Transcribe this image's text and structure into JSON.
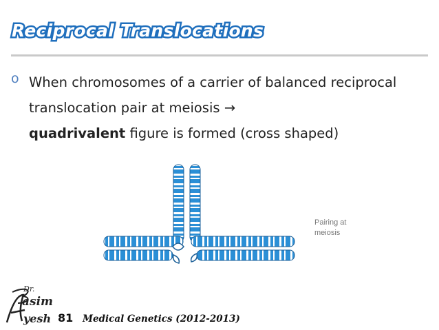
{
  "slide": {
    "title": "Reciprocal Translocations",
    "bullet_symbol": "o",
    "bullet_lead": "When chromosomes of a carrier of balanced reciprocal translocation pair at meiosis ",
    "arrow": "→",
    "bold_term": "quadrivalent",
    "bullet_tail": " figure is formed (cross shaped)",
    "figure_caption": "Pairing at\nmeiosis",
    "page_number": "81",
    "footer_text": "Medical Genetics (2012-2013)",
    "logo_text": "Dr. Basim Ayesh"
  },
  "colors": {
    "title_blue": "#1f6fbd",
    "chromosome_blue": "#2b8fd6",
    "band_white": "#ffffff",
    "outline": "#1a5e97"
  },
  "icons": {
    "bullet": "hollow-circle-bullet",
    "arrow": "right-arrow"
  }
}
